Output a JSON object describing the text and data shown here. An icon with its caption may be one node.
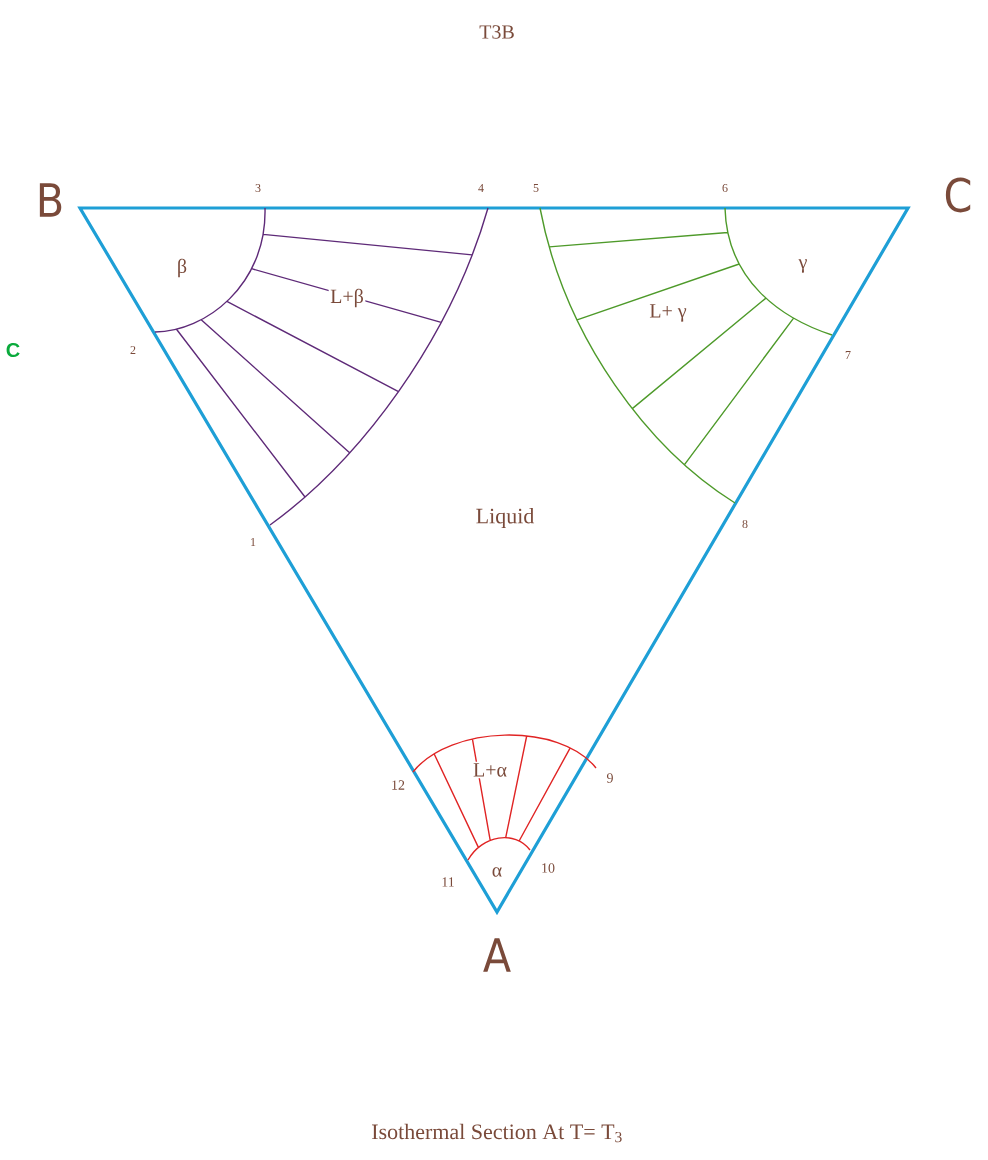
{
  "diagram": {
    "title": "T3B",
    "caption": "Isothermal Section At T= T$_{3}$",
    "labels": [
      "B",
      "3",
      "4",
      "5",
      "6",
      "C",
      "β",
      "γ",
      "L+β",
      "L+ γ",
      "C",
      "2",
      "7",
      "Liquid",
      "8",
      "1",
      "12",
      "L+α",
      "9",
      "11",
      "α",
      "10",
      "A"
    ]
  }
}
